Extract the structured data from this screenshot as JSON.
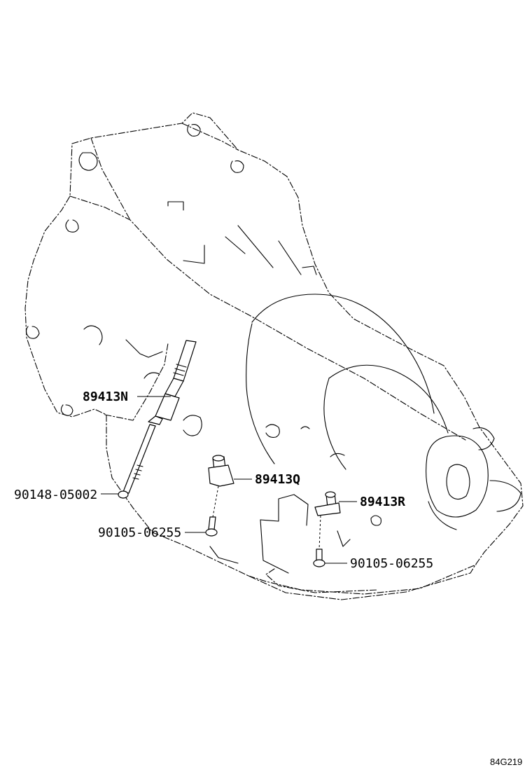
{
  "callouts": {
    "sensor_n": "89413N",
    "sensor_q": "89413Q",
    "sensor_r": "89413R",
    "bolt_long": "90148-05002",
    "bolt_left": "90105-06255",
    "bolt_right": "90105-06255"
  },
  "diagram_code": "84G219"
}
